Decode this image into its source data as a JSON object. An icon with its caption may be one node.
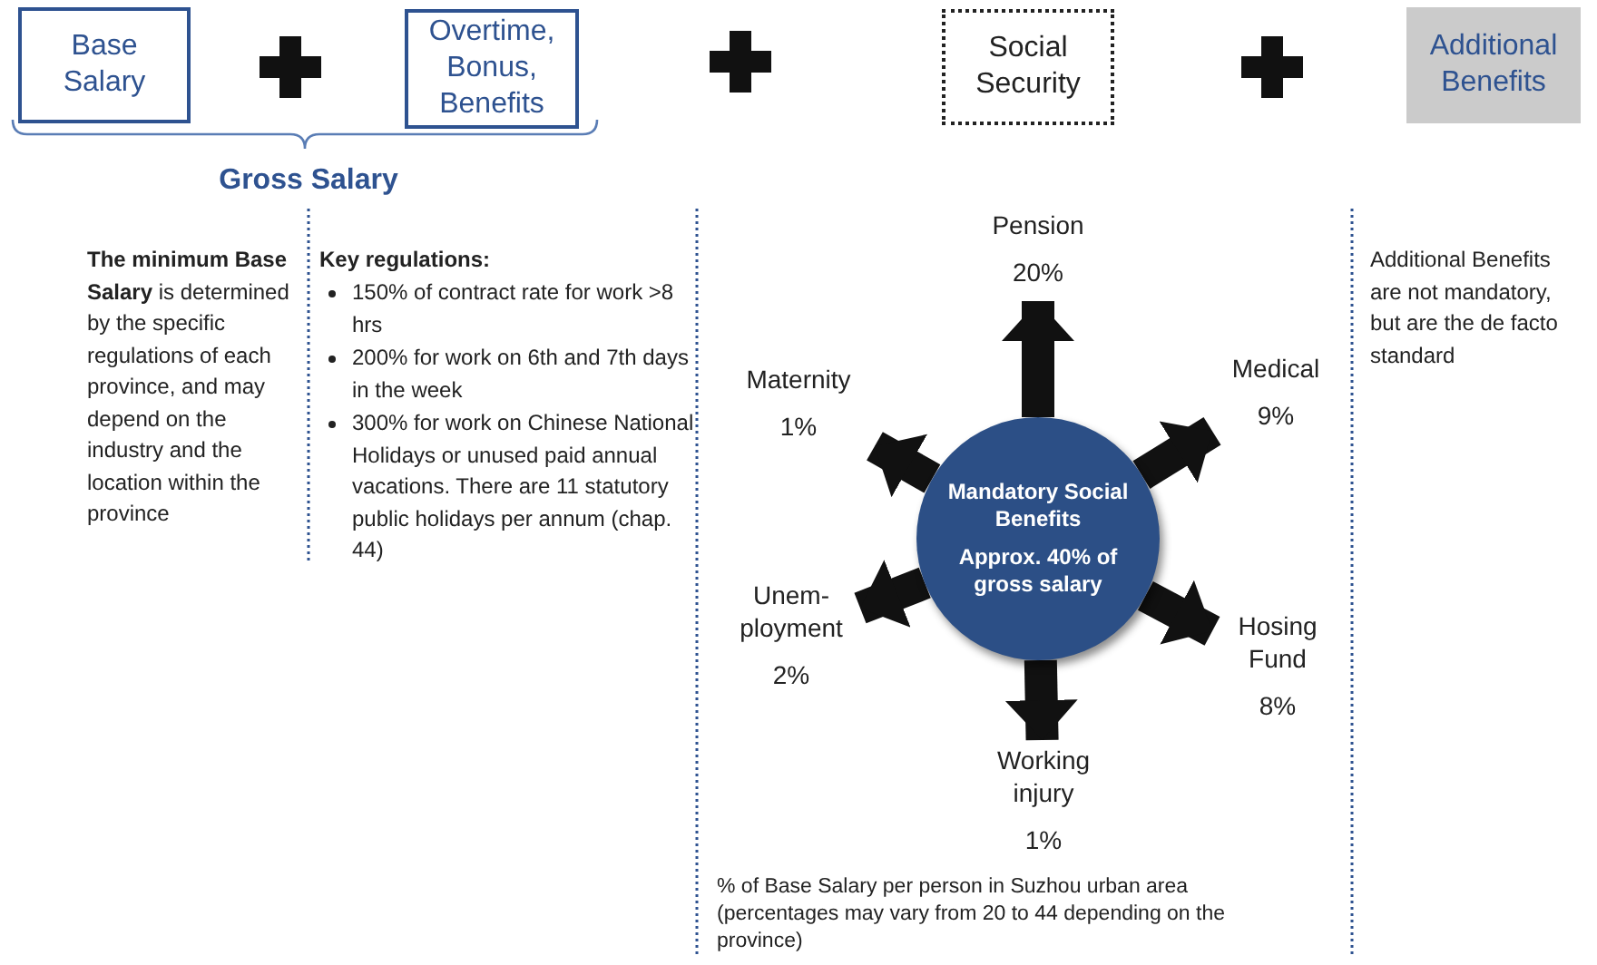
{
  "diagram": {
    "nodes": [
      {
        "text": [
          "Base Salary"
        ]
      },
      {
        "text": [
          "Overtime, Bonus, Benefits"
        ]
      },
      {
        "text": [
          "Social Security"
        ]
      },
      {
        "text": [
          "Additional Benefits"
        ]
      },
      {
        "text": [
          "Pension",
          "20%"
        ]
      },
      {
        "text": [
          "Maternity",
          "1%"
        ]
      },
      {
        "text": [
          "Medical",
          "9%"
        ]
      },
      {
        "text": [
          "Mandatory Social Benefits",
          "Approx. 40% of gross salary"
        ]
      },
      {
        "text": [
          "Unem- ployment",
          "2%"
        ]
      },
      {
        "text": [
          "Hosing Fund",
          "8%"
        ]
      },
      {
        "text": [
          "Working injury",
          "1%"
        ]
      }
    ],
    "edges": [
      {
        "from": 7,
        "to": 4,
        "arrow": "to"
      },
      {
        "from": 7,
        "to": 5,
        "arrow": "to"
      },
      {
        "from": 7,
        "to": 6,
        "arrow": "to"
      },
      {
        "from": 7,
        "to": 8,
        "arrow": "to"
      },
      {
        "from": 7,
        "to": 9,
        "arrow": "to"
      },
      {
        "from": 7,
        "to": 10,
        "arrow": "to"
      }
    ],
    "labels": [
      "Gross Salary",
      "**The minimum Base Salary** is determined by the specific regulations of each province, and may depend on the industry and the location within the province",
      "Key regulations:",
      "150% of contract rate for work >8 hrs",
      "200% for work on 6th and 7th days in the week",
      "300% for work on Chinese National Holidays or unused paid annual vacations. There are 11 statutory public holidays per annum (chap. 44)",
      "Additional Benefits are not mandatory, but are the de facto standard",
      "% of Base Salary per person in Suzhou urban area (percentages may vary from 20 to 44 depending on the province)"
    ]
  }
}
